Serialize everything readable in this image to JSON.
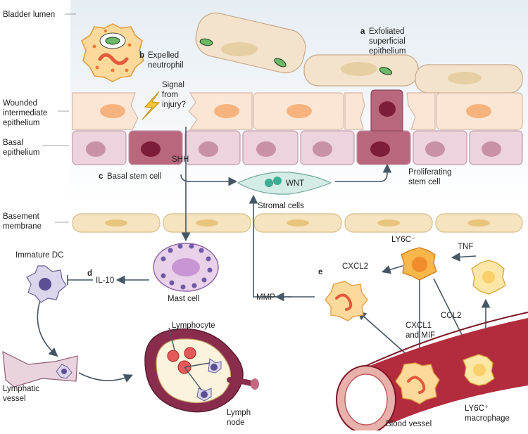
{
  "colors": {
    "lumen_bg": "#e8eef4",
    "epithelium": "#fbe6d6",
    "basal": "#ecd3dd",
    "stem": "#b9677d",
    "basement": "#f6e3bf",
    "vessel": "#a8283a",
    "arrow": "#455666",
    "stromal": "#d3ece5"
  },
  "left_labels": {
    "bladder_lumen": "Bladder lumen",
    "wounded_1": "Wounded",
    "wounded_2": "intermediate",
    "wounded_3": "epithelium",
    "basal_1": "Basal",
    "basal_2": "epithelium",
    "basement_1": "Basement",
    "basement_2": "membrane"
  },
  "panel_letters": {
    "a": "a",
    "b": "b",
    "c": "c",
    "d": "d",
    "e": "e"
  },
  "labels": {
    "exfoliated_1": "Exfoliated",
    "exfoliated_2": "superficial",
    "exfoliated_3": "epithelium",
    "expelled_1": "Expelled",
    "expelled_2": "neutrophil",
    "signal_1": "Signal",
    "signal_2": "from",
    "signal_3": "injury?",
    "shh": "SHH",
    "basal_stem_cell": "Basal stem cell",
    "wnt": "WNT",
    "proliferating_1": "Proliferating",
    "proliferating_2": "stem cell",
    "stromal_cells": "Stromal cells",
    "immature_dc": "Immature DC",
    "il10": "IL-10",
    "mast_cell": "Mast cell",
    "mmp": "MMP",
    "ly6c_neg": "LY6C⁻",
    "tnf": "TNF",
    "cxcl2": "CXCL2",
    "cxcl1_1": "CXCL1",
    "cxcl1_2": "and MIF",
    "ccl2": "CCL2",
    "lymphocyte": "Lymphocyte",
    "lymphatic_1": "Lymphatic",
    "lymphatic_2": "vessel",
    "lymph_1": "Lymph",
    "lymph_2": "node",
    "blood_vessel": "Blood vessel",
    "ly6c_pos_1": "LY6C⁺",
    "ly6c_pos_2": "macrophage"
  }
}
